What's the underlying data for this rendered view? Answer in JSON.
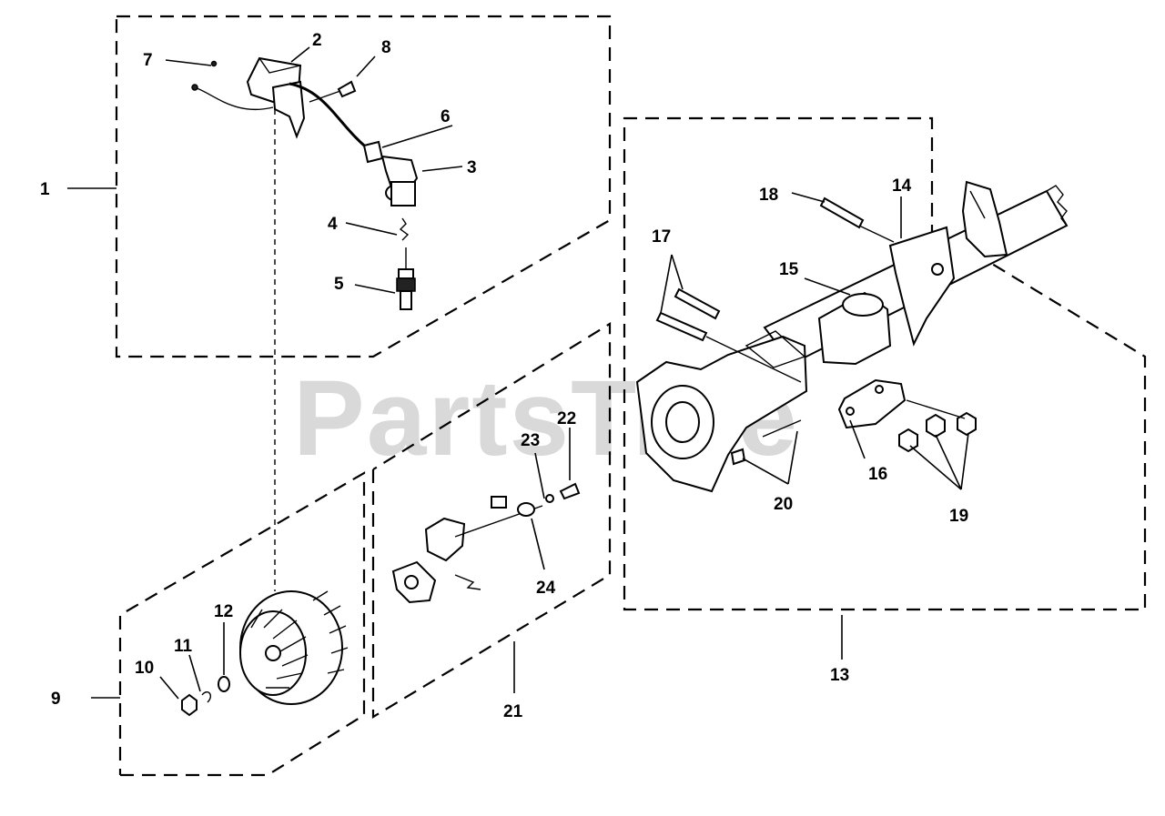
{
  "watermark": "PartsTree",
  "callouts": {
    "c1": "1",
    "c2": "2",
    "c3": "3",
    "c4": "4",
    "c5": "5",
    "c6": "6",
    "c7": "7",
    "c8": "8",
    "c9": "9",
    "c10": "10",
    "c11": "11",
    "c12": "12",
    "c13": "13",
    "c14": "14",
    "c15": "15",
    "c16": "16",
    "c17": "17",
    "c18": "18",
    "c19": "19",
    "c20": "20",
    "c21": "21",
    "c22": "22",
    "c23": "23",
    "c24": "24"
  }
}
